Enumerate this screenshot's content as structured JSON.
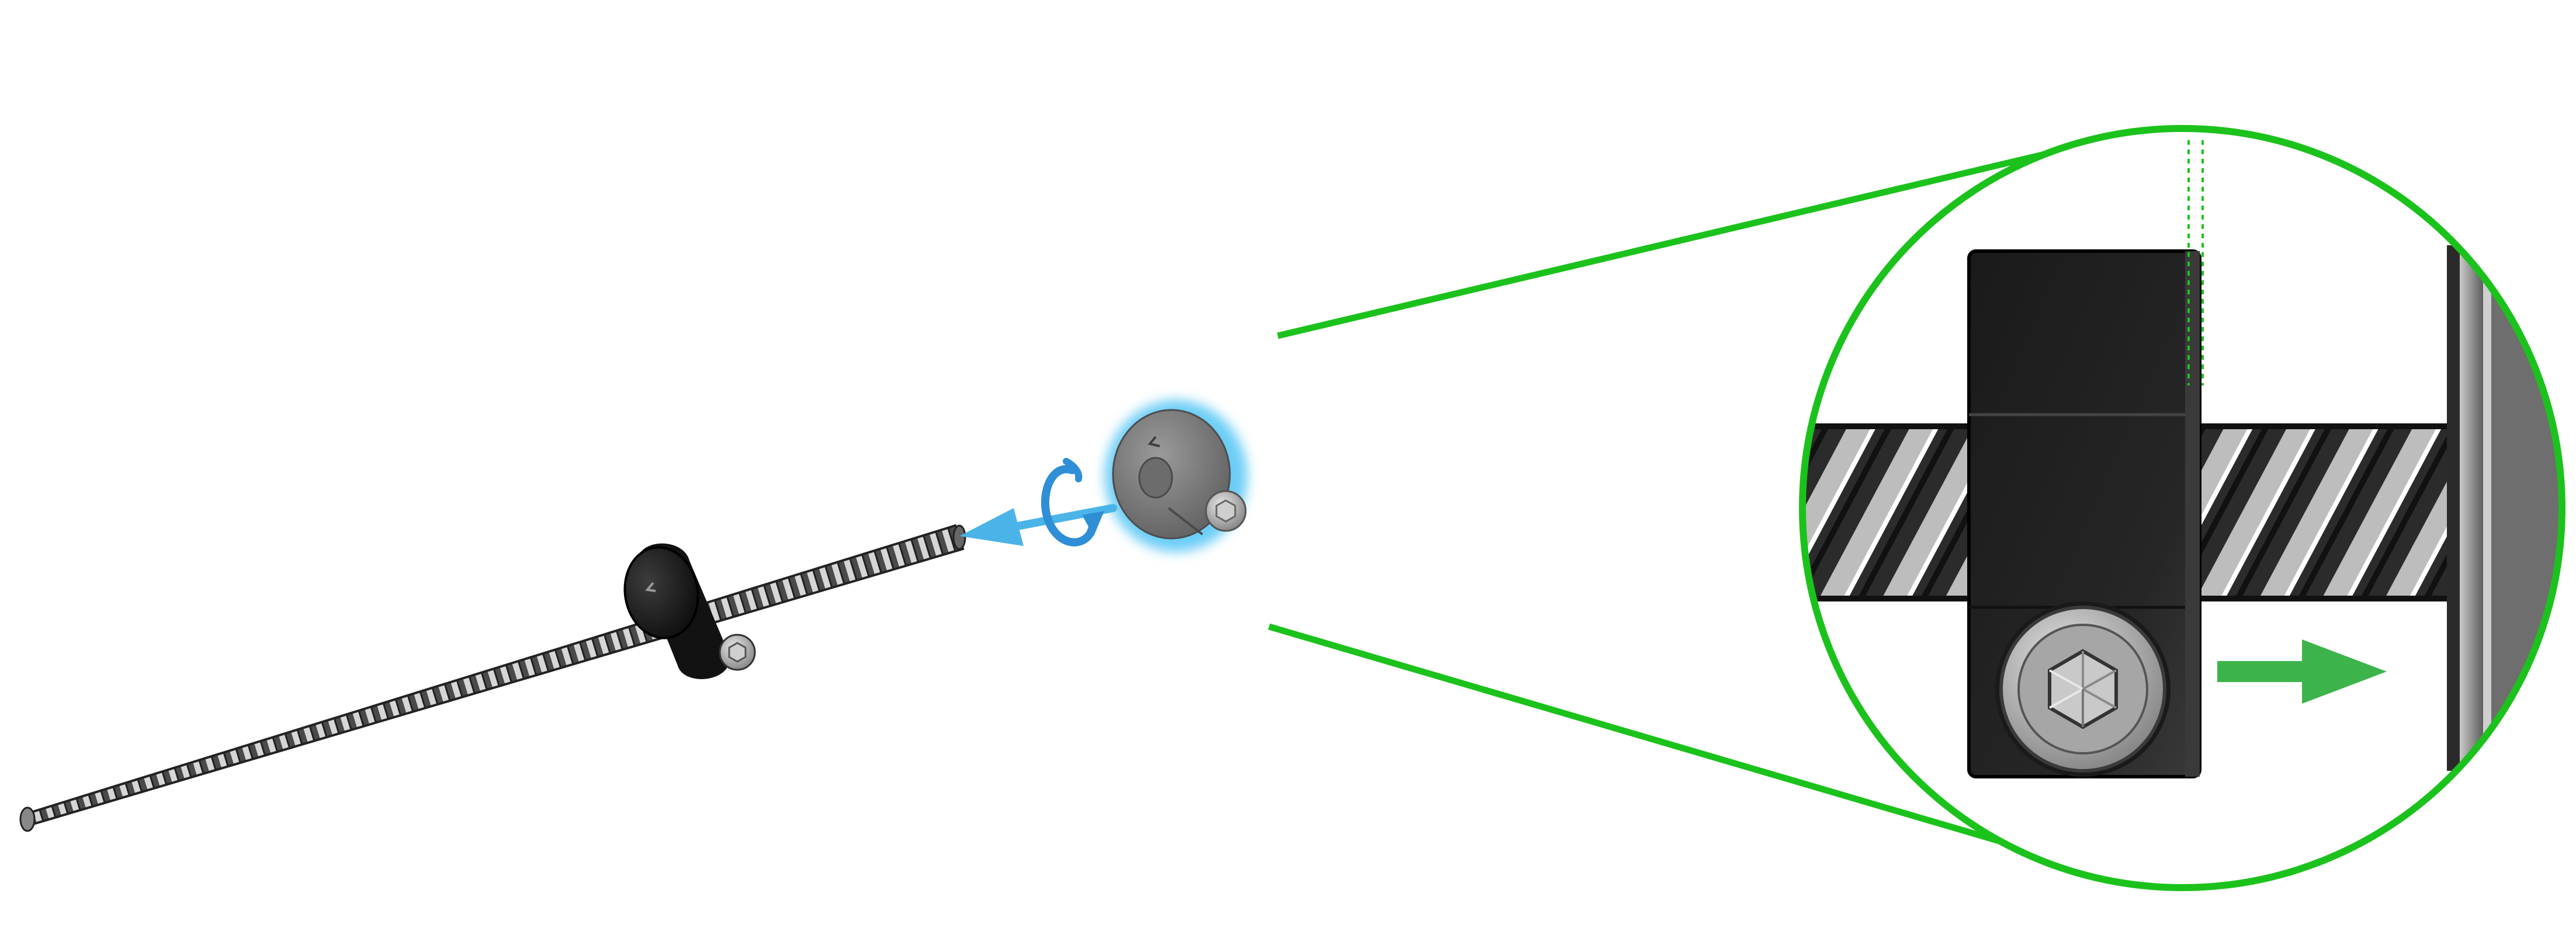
{
  "figure": {
    "kind": "assembly-instruction",
    "steps": [
      {
        "action": "slide-collar-onto-leadscrew",
        "arrow_color": "#4ab4e8",
        "icon": "arrow-left-icon"
      },
      {
        "action": "rotate-collar",
        "arrow_color": "#2e8fd6",
        "icon": "rotate-arrow-icon"
      },
      {
        "action": "push-collar-against-bearing",
        "arrow_color": "#3cb44b",
        "icon": "arrow-right-icon"
      }
    ],
    "parts": [
      {
        "name": "leadscrew",
        "icon": "threaded-rod-icon"
      },
      {
        "name": "shaft-collar",
        "icon": "clamp-collar-icon",
        "highlight_color": "#5bc8f5"
      },
      {
        "name": "set-screw",
        "icon": "hex-socket-screw-icon"
      },
      {
        "name": "bearing",
        "icon": "bearing-icon"
      }
    ],
    "callout": {
      "shape": "circle",
      "color": "#1cc21c",
      "contents": "detail-view"
    }
  }
}
